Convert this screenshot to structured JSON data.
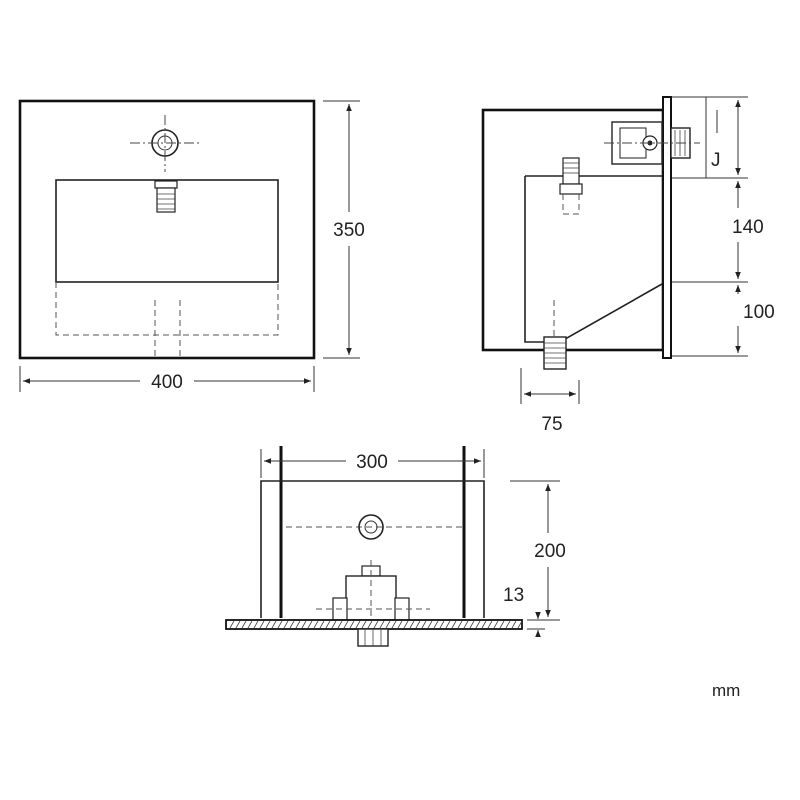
{
  "dimensions": {
    "top_width": "400",
    "top_depth": "350",
    "side_upper": "140",
    "side_lower": "100",
    "side_outlet": "75",
    "side_j": "J",
    "front_width": "300",
    "front_height": "200",
    "front_base": "13"
  },
  "unit_label": "mm"
}
